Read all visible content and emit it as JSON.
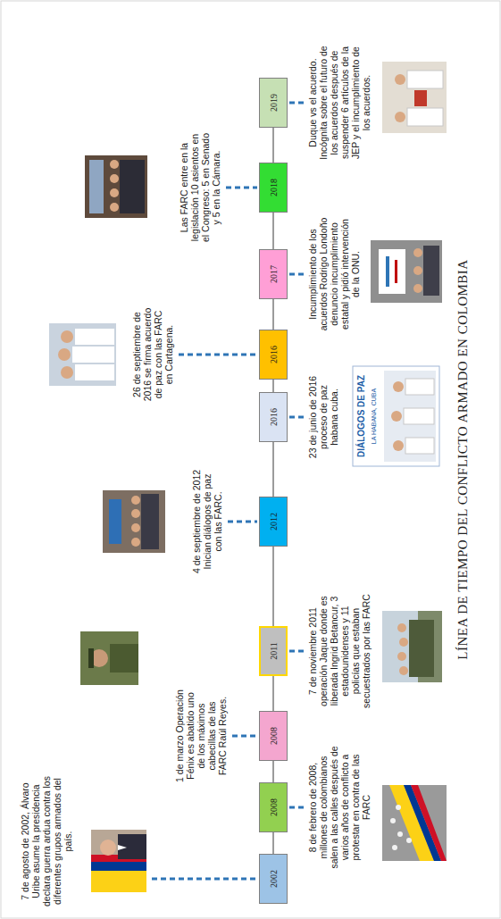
{
  "diagram": {
    "title": "LÍNEA DE TIEMPO DEL CONFLICTO ARMADO EN COLOMBIA",
    "nodes": [
      {
        "text": [
          "2002"
        ]
      },
      {
        "text": [
          "2008"
        ]
      },
      {
        "text": [
          "2008"
        ]
      },
      {
        "text": [
          "2011"
        ]
      },
      {
        "text": [
          "2012"
        ]
      },
      {
        "text": [
          "2016"
        ]
      },
      {
        "text": [
          "2016"
        ]
      },
      {
        "text": [
          "2017"
        ]
      },
      {
        "text": [
          "2018"
        ]
      },
      {
        "text": [
          "2019"
        ]
      }
    ],
    "edges": [
      {
        "from": 0,
        "to": 1,
        "arrow": "none"
      },
      {
        "from": 1,
        "to": 2,
        "arrow": "none"
      },
      {
        "from": 2,
        "to": 3,
        "arrow": "none"
      },
      {
        "from": 3,
        "to": 4,
        "arrow": "none"
      },
      {
        "from": 4,
        "to": 5,
        "arrow": "none"
      },
      {
        "from": 5,
        "to": 6,
        "arrow": "none"
      },
      {
        "from": 6,
        "to": 7,
        "arrow": "none"
      },
      {
        "from": 7,
        "to": 8,
        "arrow": "none"
      },
      {
        "from": 8,
        "to": 9,
        "arrow": "none"
      }
    ],
    "labels": [
      "7 de agosto de 2002, Álvaro Uribe asume la presidencia declara guerra ardua contra los diferentes grupos armados del país.",
      "8 de febrero de 2008, millones de colombianos salen a las calles después de varios años de conflicto a protestar en contra de las FARC",
      "1 de marzo Operación Fénix es abatido uno de los máximos cabecillas de las FARC Raúl Reyes.",
      "7 de noviembre 2011 operación Jaque donde es liberada Ingrid Betancur, 3 estadounidenses y 11 policías que estaban secuestrados por las FARC",
      "4 de septiembre de 2012 Inician diálogos de paz con las FARC.",
      "23 de junio de 2016 proceso de paz habana cuba.",
      "DIÁLOGOS DE PAZ",
      "LA HABANA, CUBA",
      "26 de septiembre de 2016 se firma acuerdo de paz con las FARC en Cartagena.",
      "Incumplimiento de los acuerdos Rodrigo Londoño denuncio incumplimiento estatal y pidió intervención de la ONU.",
      "Las FARC entre en la legislación 10 asientos en el Congreso: 5 en Senado y 5 en la Cámara.",
      "Duque vs el acuerdo. Incógnita sobre el futuro de los acuerdos después de suspender 6 artículos de la JEP y el incumplimiento de los acuerdos."
    ]
  }
}
